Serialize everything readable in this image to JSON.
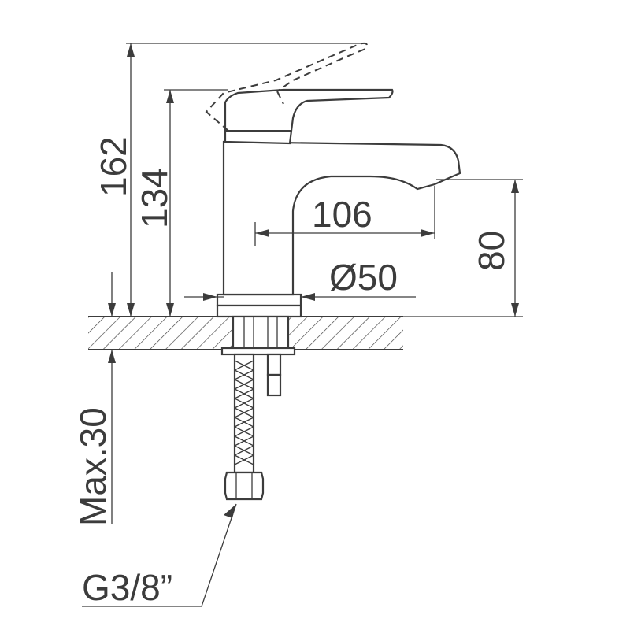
{
  "dimensions": {
    "total_height": "162",
    "body_height": "134",
    "spout_reach": "106",
    "spout_height": "80",
    "base_diameter": "Ø50",
    "max_deck_thickness": "Max.30",
    "connection_thread": "G3/8”"
  }
}
